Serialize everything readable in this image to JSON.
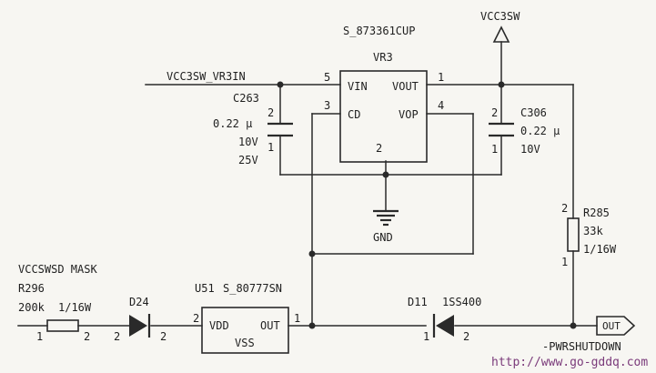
{
  "nets": {
    "vcc3sw_vr3in": "VCC3SW_VR3IN",
    "vcc3sw": "VCC3SW",
    "vccswsd_mask": "VCCSWSD MASK",
    "gnd": "GND",
    "pwrshutdown": "-PWRSHUTDOWN",
    "out_port": "OUT"
  },
  "vr3": {
    "ref": "VR3",
    "part": "S_873361CUP",
    "pins": {
      "vin": "VIN",
      "vout": "VOUT",
      "cd": "CD",
      "vop": "VOP"
    },
    "pin_numbers": {
      "vin": "5",
      "vout": "1",
      "cd": "3",
      "vop": "4",
      "gnd": "2"
    }
  },
  "c263": {
    "ref": "C263",
    "value": "0.22 μ",
    "voltage": "10V",
    "extra": "25V",
    "pin_top": "2",
    "pin_bottom": "1"
  },
  "c306": {
    "ref": "C306",
    "value": "0.22 μ",
    "voltage": "10V",
    "pin_top": "2",
    "pin_bottom": "1"
  },
  "r285": {
    "ref": "R285",
    "value": "33k",
    "power": "1/16W",
    "pin_top": "2",
    "pin_bottom": "1"
  },
  "r296": {
    "ref": "R296",
    "value": "200k",
    "power": "1/16W",
    "pin_left": "1",
    "pin_right": "2"
  },
  "d24": {
    "ref": "D24",
    "pin_left": "2",
    "pin_right": "2"
  },
  "u51": {
    "ref": "U51",
    "part": "S_80777SN",
    "pins": {
      "vdd": "VDD",
      "out": "OUT",
      "vss": "VSS"
    },
    "pin_numbers": {
      "vdd": "2",
      "out": "1"
    }
  },
  "d11": {
    "ref": "D11",
    "part": "1SS400",
    "pin_left": "1",
    "pin_right": "2"
  },
  "watermark": "http://www.go-gddq.com"
}
